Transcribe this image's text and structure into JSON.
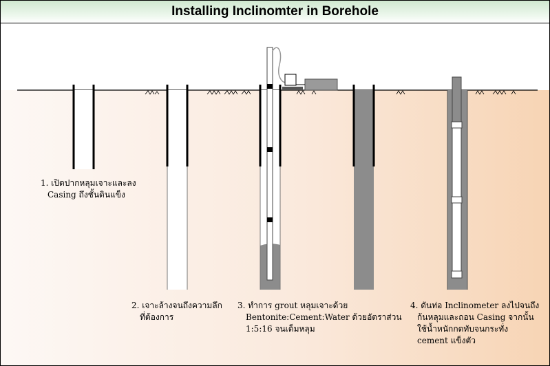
{
  "title": "Installing Inclinomter in Borehole",
  "colors": {
    "title_gradient_top": "#cfe8cf",
    "ground_light": "#fdf6f2",
    "ground_peach": "#f8d6b8",
    "grout_gray": "#8c8c8c",
    "casing_black": "#000000"
  },
  "steps": [
    {
      "lines": [
        "1. เปิดปากหลุมเจาะและลง",
        "Casing ถึงชั้นดินแข็ง"
      ]
    },
    {
      "lines": [
        "2. เจาะล้างจนถึงความลึก",
        "ที่ต้องการ"
      ]
    },
    {
      "lines": [
        "3. ทำการ grout หลุมเจาะด้วย",
        "Bentonite:Cement:Water  ด้วยอัตราส่วน",
        "1:5:16 จนเต็มหลุม"
      ]
    },
    {
      "lines": [
        "4. ดันท่อ Inclinometer ลงไปจนถึง",
        "ก้นหลุมและถอน Casing จากนั้น",
        "ใช้น้ำหนักกดทับจนกระทั่ง",
        "cement แข็งตัว"
      ]
    }
  ]
}
